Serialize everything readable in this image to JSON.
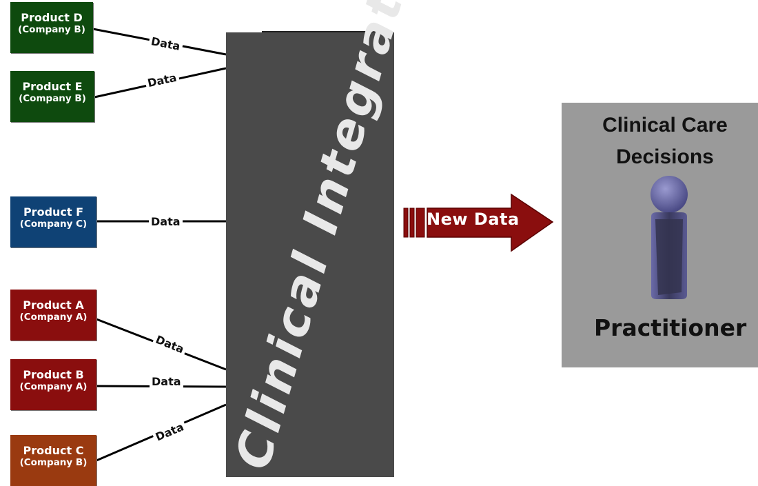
{
  "products": [
    {
      "name": "Product D",
      "company": "(Company B)",
      "color": "#0e4a0e"
    },
    {
      "name": "Product E",
      "company": "(Company B)",
      "color": "#0e4a0e"
    },
    {
      "name": "Product F",
      "company": "(Company C)",
      "color": "#0f4275"
    },
    {
      "name": "Product A",
      "company": "(Company A)",
      "color": "#8a0e0e"
    },
    {
      "name": "Product B",
      "company": "(Company A)",
      "color": "#8a0e0e"
    },
    {
      "name": "Product C",
      "company": "(Company B)",
      "color": "#9a3a10"
    }
  ],
  "connector_label": "Data",
  "integration": {
    "label": "Clinical Integration",
    "color": "#4a4a4a"
  },
  "arrow": {
    "label": "New Data",
    "color": "#8a0e0e"
  },
  "care": {
    "title_line1": "Clinical Care",
    "title_line2": "Decisions",
    "practitioner_label": "Practitioner",
    "box_color": "#9a9a9a",
    "icon": "person-icon"
  }
}
